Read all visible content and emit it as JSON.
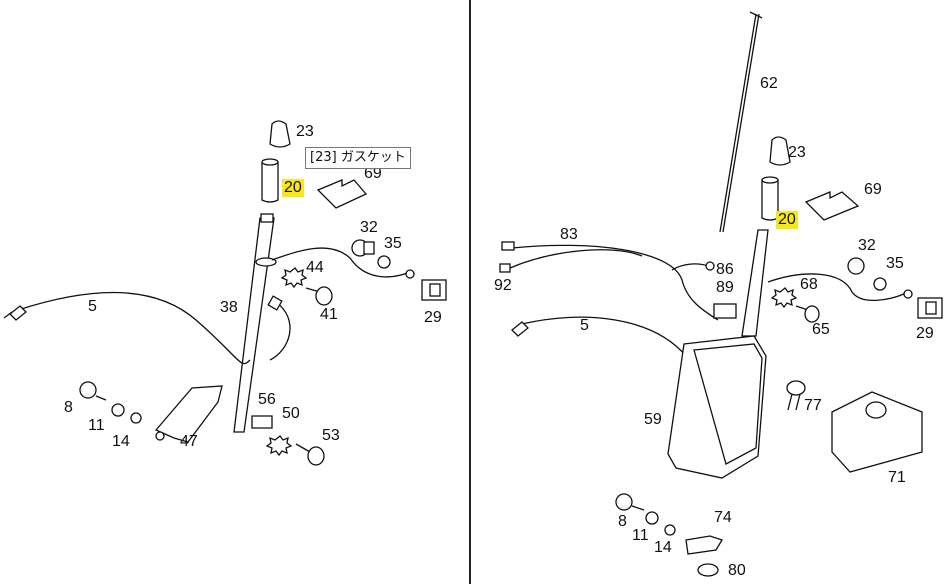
{
  "tooltip": {
    "text": "[23] ガスケット"
  },
  "left": {
    "labels": {
      "p23": "23",
      "p20": "20",
      "p69": "69",
      "p32": "32",
      "p35": "35",
      "p44": "44",
      "p41": "41",
      "p29": "29",
      "p5": "5",
      "p38": "38",
      "p8": "8",
      "p11": "11",
      "p14": "14",
      "p47": "47",
      "p56": "56",
      "p50": "50",
      "p53": "53"
    }
  },
  "right": {
    "labels": {
      "p62": "62",
      "p23": "23",
      "p20": "20",
      "p69": "69",
      "p83": "83",
      "p92": "92",
      "p86": "86",
      "p89": "89",
      "p32": "32",
      "p35": "35",
      "p68": "68",
      "p65": "65",
      "p29": "29",
      "p5": "5",
      "p59": "59",
      "p77": "77",
      "p71": "71",
      "p8": "8",
      "p11": "11",
      "p14": "14",
      "p74": "74",
      "p80": "80"
    }
  },
  "colors": {
    "highlight": "#f5e81c",
    "line": "#111111",
    "background": "#ffffff"
  }
}
